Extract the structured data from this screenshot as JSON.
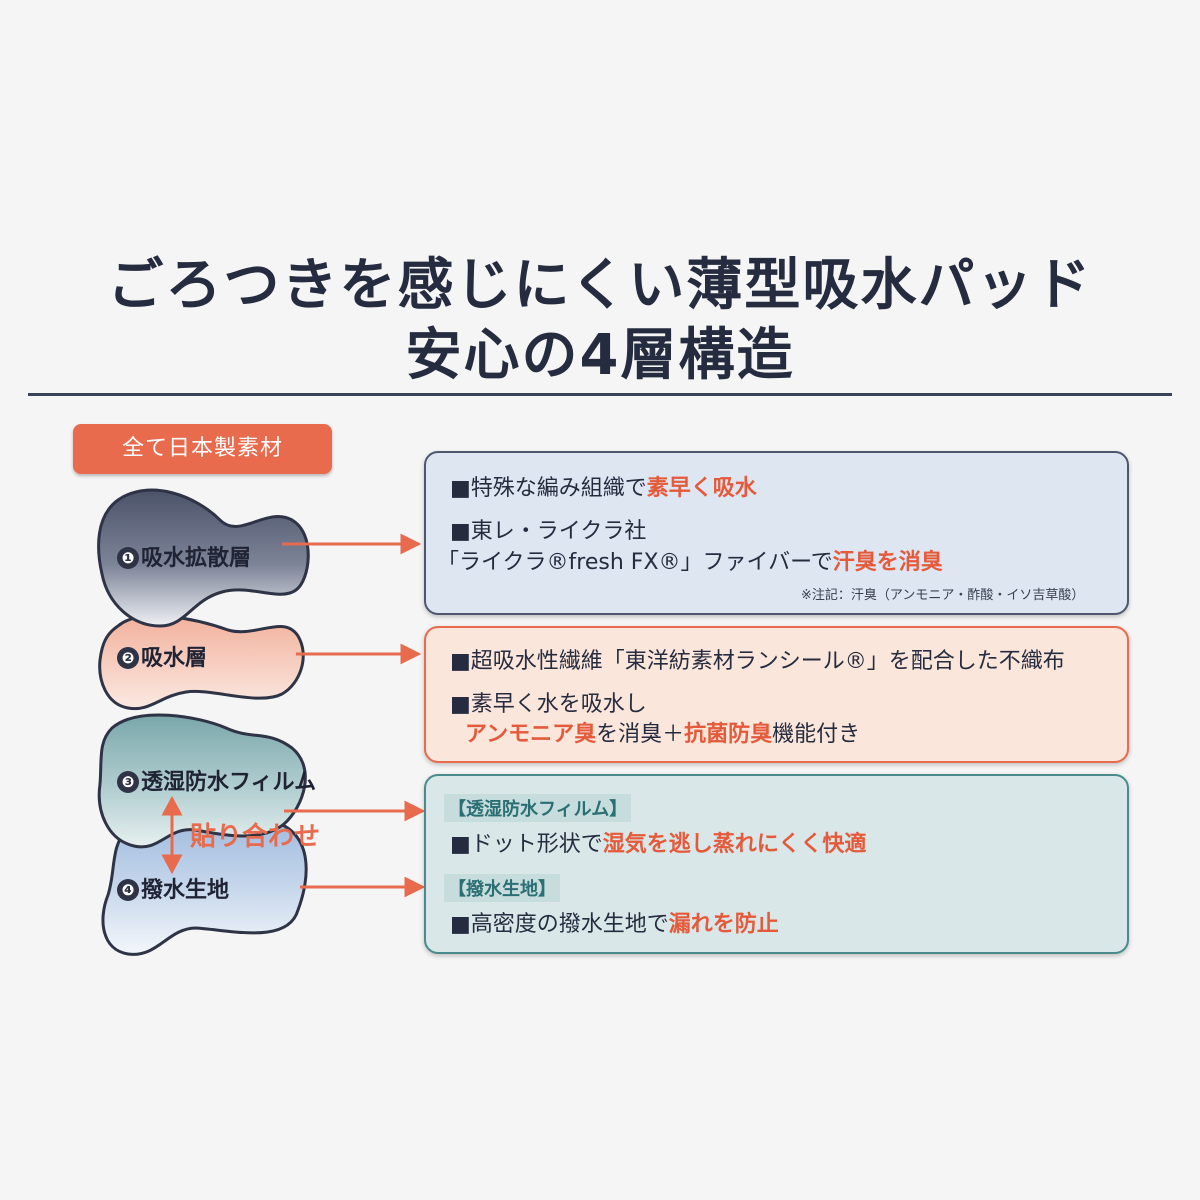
{
  "title": {
    "line1": "ごろつきを感じにくい薄型吸水パッド",
    "line2": "安心の4層構造"
  },
  "badge": "全て日本製素材",
  "layers": [
    {
      "num": "❶",
      "label": "吸水拡散層"
    },
    {
      "num": "❷",
      "label": "吸水層"
    },
    {
      "num": "❸",
      "label": "透湿防水フィルム"
    },
    {
      "num": "❹",
      "label": "撥水生地"
    }
  ],
  "bond_label": "貼り合わせ",
  "boxes": {
    "b1": {
      "l1_a": "■特殊な編み組織で",
      "l1_b": "素早く吸水",
      "l2": "■東レ・ライクラ社",
      "l3_a": "「ライクラ®fresh FX®」ファイバーで",
      "l3_b": "汗臭を消臭",
      "note": "※注記：汗臭（アンモニア・酢酸・イソ吉草酸）"
    },
    "b2": {
      "l1": "■超吸水性繊維「東洋紡素材ランシール®」を配合した不織布",
      "l2": "■素早く水を吸水し",
      "l3_a": "アンモニア臭",
      "l3_b": "を消臭＋",
      "l3_c": "抗菌防臭",
      "l3_d": "機能付き"
    },
    "b3": {
      "tag1": "【透湿防水フィルム】",
      "l1_a": "■ドット形状で",
      "l1_b": "湿気を逃し蒸れにくく快適",
      "tag2": "【撥水生地】",
      "l2_a": "■高密度の撥水生地で",
      "l2_b": "漏れを防止"
    }
  },
  "colors": {
    "accent": "#e86b4e",
    "navy": "#262c3f",
    "box1_bg": "#dde6f1",
    "box2_bg": "#fbe6dc",
    "box3_bg": "#d9e7e8"
  }
}
